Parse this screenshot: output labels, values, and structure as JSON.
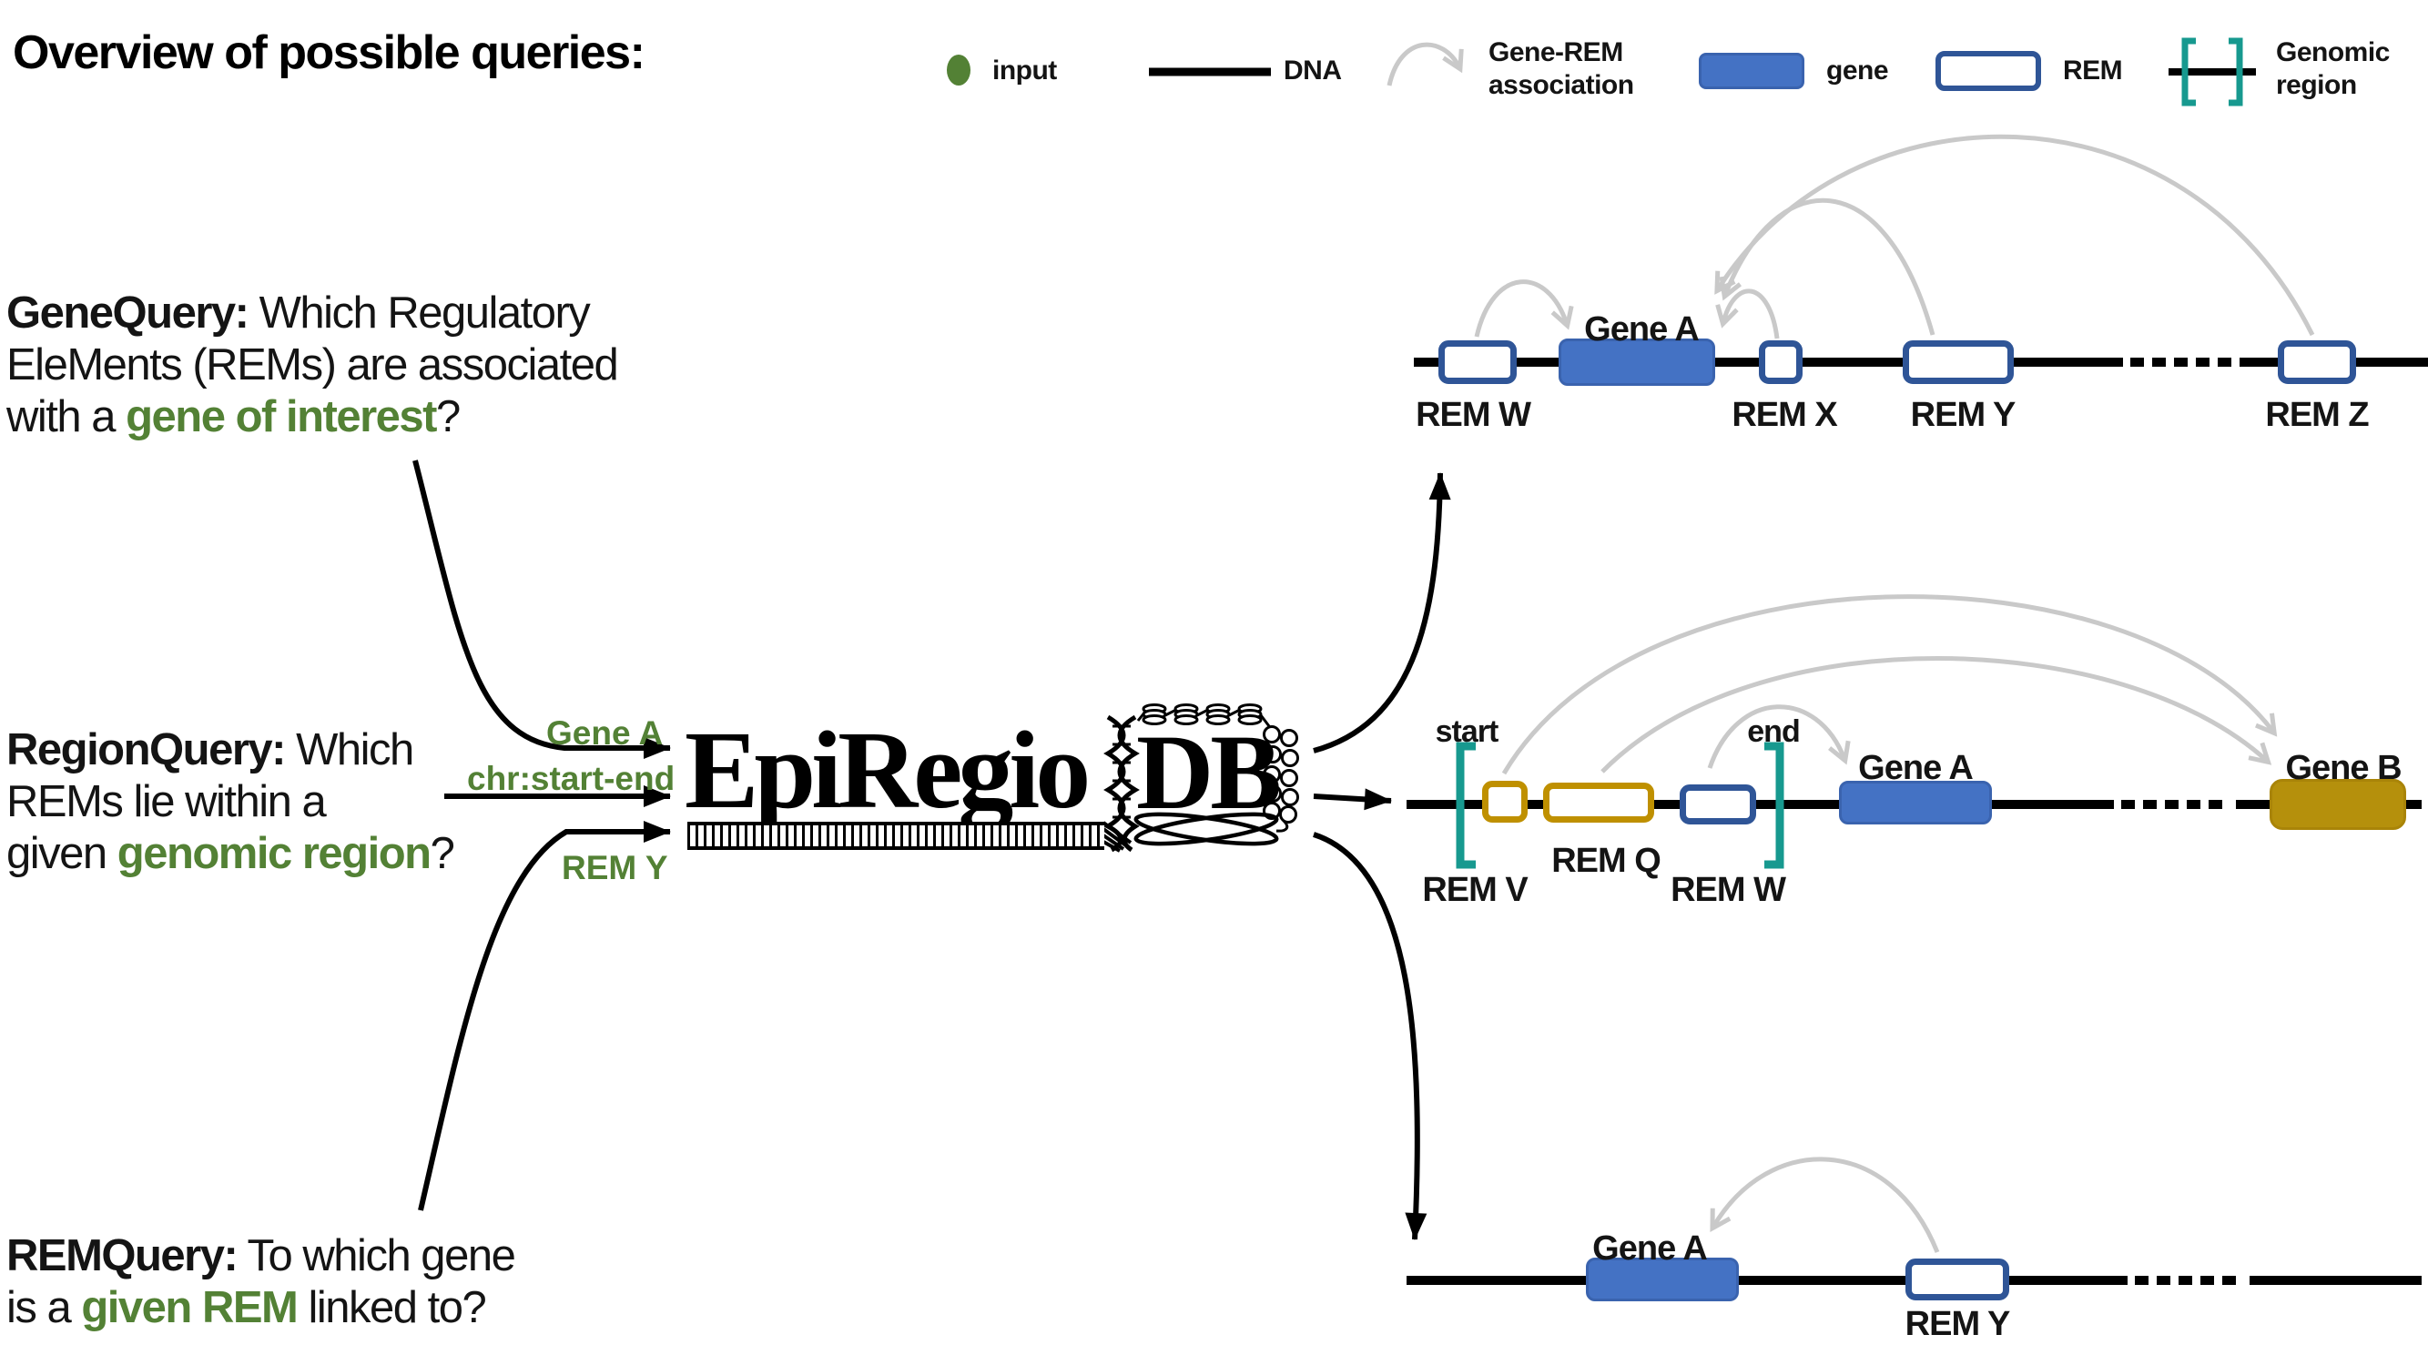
{
  "title": "Overview of possible queries:",
  "legend": {
    "input": "input",
    "dna": "DNA",
    "assoc1": "Gene-REM",
    "assoc2": "association",
    "gene": "gene",
    "rem": "REM",
    "genomic1": "Genomic",
    "genomic2": "region"
  },
  "queries": {
    "gene": {
      "name": "GeneQuery:",
      "l1": " Which Regulatory",
      "l2": "EleMents (REMs) are associated",
      "l3a": "with a ",
      "l3g": "gene of interest",
      "l3b": "?"
    },
    "region": {
      "name": "RegionQuery:",
      "l1": " Which",
      "l2": "REMs lie within a",
      "l3a": "given ",
      "l3g": "genomic region",
      "l3b": "?"
    },
    "rem": {
      "name": "REMQuery:",
      "l1": " To which gene",
      "l2a": "is a ",
      "l2g": "given REM",
      "l2b": " linked to?"
    }
  },
  "inputs": {
    "gene": "Gene A",
    "region": "chr:start-end",
    "rem": "REM Y"
  },
  "logo": {
    "name": "EpiRegio",
    "suffix": "DB"
  },
  "top_diagram": {
    "gene_a": "Gene A",
    "rem_w": "REM W",
    "rem_x": "REM X",
    "rem_y": "REM Y",
    "rem_z": "REM Z"
  },
  "mid_diagram": {
    "start": "start",
    "end": "end",
    "rem_v": "REM V",
    "rem_q": "REM Q",
    "rem_w": "REM W",
    "gene_a": "Gene A",
    "gene_b": "Gene B"
  },
  "bottom_diagram": {
    "gene_a": "Gene A",
    "rem_y": "REM Y"
  },
  "colors": {
    "accent_green": "#538135",
    "gene_blue": "#4472C4",
    "rem_border_blue": "#2F5597",
    "gold": "#BF9000",
    "gold_fill": "#B5900C",
    "teal": "#17998F",
    "association_gray": "#C9C9C9",
    "dna_black": "#000000"
  }
}
